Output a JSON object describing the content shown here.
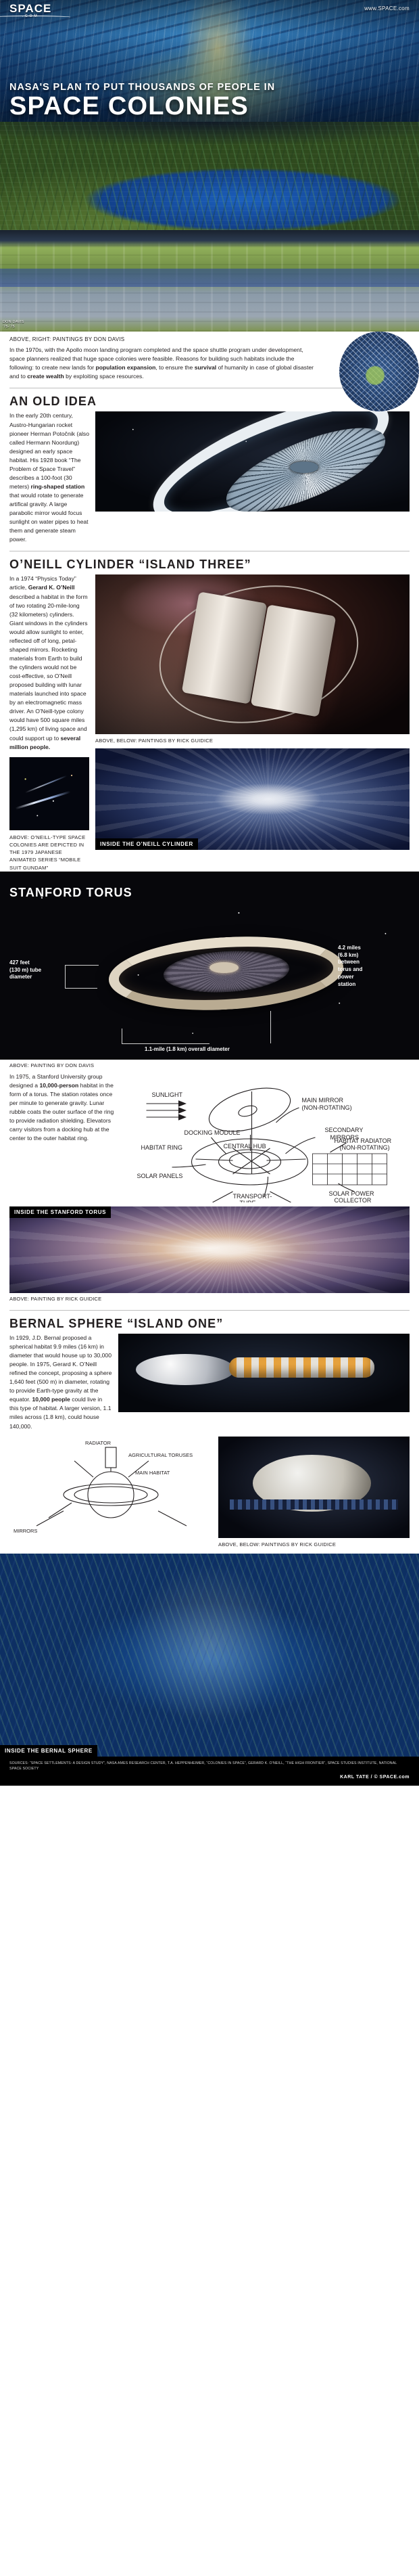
{
  "brand": {
    "logo": "SPACE",
    "logo_sub": ".COM",
    "url": "www.SPACE.com"
  },
  "hero": {
    "kicker": "NASA'S PLAN TO PUT THOUSANDS OF PEOPLE IN",
    "title": "SPACE COLONIES"
  },
  "intro": {
    "credit": "ABOVE, RIGHT: PAINTINGS BY DON DAVIS",
    "paragraph_html": "In the 1970s, with the Apollo moon landing program completed and the space shuttle program under development, space planners realized that huge space colonies were feasible. Reasons for building such habitats include the following: to create new lands for <b>population expansion</b>, to ensure the <b>survival</b> of humanity in case of global disaster and to <b>create wealth</b> by exploiting space resources."
  },
  "old_idea": {
    "heading": "AN OLD IDEA",
    "paragraph_html": "In the early 20th century, Austro-Hungarian rocket pioneer Herman Potočnik (also called Hermann Noordung) designed an early space habitat. His 1928 book “The Problem of Space Travel” describes a 100-foot (30 meters) <b>ring-shaped station</b> that would rotate to generate artifical gravity. A large parabolic mirror would focus sunlight on water pipes to heat them and generate steam power."
  },
  "oneill": {
    "heading": "O’NEILL CYLINDER “ISLAND THREE”",
    "paragraph_html": "In a 1974 “Physics Today” article, <b>Gerard K. O’Neill</b> described a habitat in the form of two rotating 20-mile-long (32 kilometers) cylinders. Giant windows in the cylinders would allow sunlight to enter, reflected off of long, petal-shaped mirrors. Rocketing materials from Earth to build the cylinders would not be cost-effective, so O’Neill proposed building with lunar materials launched into space by an electromagnetic mass driver. An O’Neill-type colony would have 500 square miles (1,295 km) of living space and could support up to <b>several million people.</b>",
    "credit_right": "ABOVE, BELOW: PAINTINGS BY RICK GUIDICE",
    "credit_left": "ABOVE: O’NEILL-TYPE SPACE COLONIES ARE DEPICTED IN THE 1979 JAPANESE ANIMATED SERIES “MOBILE SUIT GUNDAM”",
    "tag_inside": "INSIDE THE O’NEILL CYLINDER"
  },
  "stanford": {
    "heading": "STANFORD TORUS",
    "callout_tube": "427 feet\n(130 m) tube\ndiameter",
    "callout_overall": "1.1-mile (1.8 km) overall diameter",
    "callout_between": "4.2 miles\n(6.8 km)\nbetween\ntorus and\npower\nstation",
    "credit_top": "ABOVE: PAINTING BY DON DAVIS",
    "paragraph": "In 1975, a Stanford University group designed a 10,000-person habitat in the form of a torus. The station rotates once per minute to generate gravity. Lunar rubble coats the outer surface of the ring to provide radiation shielding. Elevators carry visitors from a docking hub at the center to the outer habitat ring.",
    "paragraph_bold_segment": "10,000-person",
    "tag_inside": "INSIDE THE STANFORD TORUS",
    "credit_bottom": "ABOVE: PAINTING BY RICK GUIDICE",
    "diagram_labels": [
      "SUNLIGHT",
      "MAIN MIRROR\n(NON-ROTATING)",
      "SECONDARY\nMIRRORS",
      "DOCKING MODULE",
      "HABITAT RING",
      "CENTRAL HUB",
      "SOLAR PANELS",
      "TRANSPORT\nTUBE",
      "HABITAT RADIATOR\n(NON-ROTATING)",
      "SOLAR POWER\nCOLLECTOR"
    ]
  },
  "bernal": {
    "heading": "BERNAL SPHERE “ISLAND ONE”",
    "paragraph_html": "In 1929, J.D. Bernal proposed a spherical habitat 9.9 miles (16 km) in diameter that would house up to 30,000 people. In 1975, Gerard K. O’Neill refined the concept, proposing a sphere 1,640 feet (500 m) in diameter, rotating to provide Earth-type gravity at the equator. <b>10,000 people</b> could live in this type of habitat. A larger version, 1.1 miles across (1.8 km), could house 140,000.",
    "diagram_labels": [
      "RADIATOR",
      "AGRICULTURAL TORUSES",
      "MAIN HABITAT",
      "MIRRORS"
    ],
    "credit_right": "ABOVE, BELOW: PAINTINGS BY RICK GUIDICE",
    "tag_inside": "INSIDE THE BERNAL SPHERE"
  },
  "footer": {
    "sources": "SOURCES: “SPACE SETTLEMENTS: A DESIGN STUDY”, NASA AMES RESEARCH CENTER, T.A. HEPPENHEIMER, “COLONIES IN SPACE”, GERARD K. O’NEILL, “THE HIGH FRONTIER”, SPACE STUDIES INSTITUTE, NATIONAL SPACE SOCIETY",
    "byline": "KARL TATE / © SPACE.com"
  }
}
